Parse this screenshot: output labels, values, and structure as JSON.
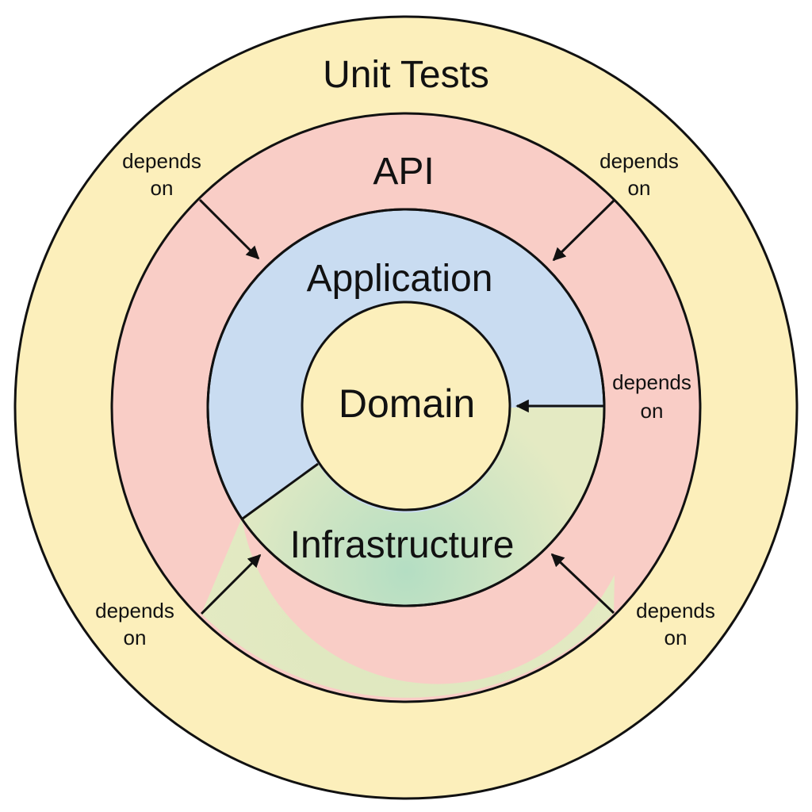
{
  "colors": {
    "unit_tests": "#FCEFBB",
    "api": "#F9CDC6",
    "application": "#C9DCF1",
    "domain": "#FCEFBB",
    "infrastructure_center": "#B4DEC3",
    "infrastructure_edge": "#E4EAC3",
    "outer_band_green": "#DDE7BE",
    "stroke": "#111111"
  },
  "labels": {
    "unit_tests": "Unit Tests",
    "api": "API",
    "application": "Application",
    "domain": "Domain",
    "infrastructure": "Infrastructure"
  },
  "dependencies": [
    {
      "id": "top-left",
      "line1": "depends",
      "line2": "on"
    },
    {
      "id": "top-right",
      "line1": "depends",
      "line2": "on"
    },
    {
      "id": "middle-right",
      "line1": "depends",
      "line2": "on"
    },
    {
      "id": "bottom-left",
      "line1": "depends",
      "line2": "on"
    },
    {
      "id": "bottom-right",
      "line1": "depends",
      "line2": "on"
    }
  ]
}
